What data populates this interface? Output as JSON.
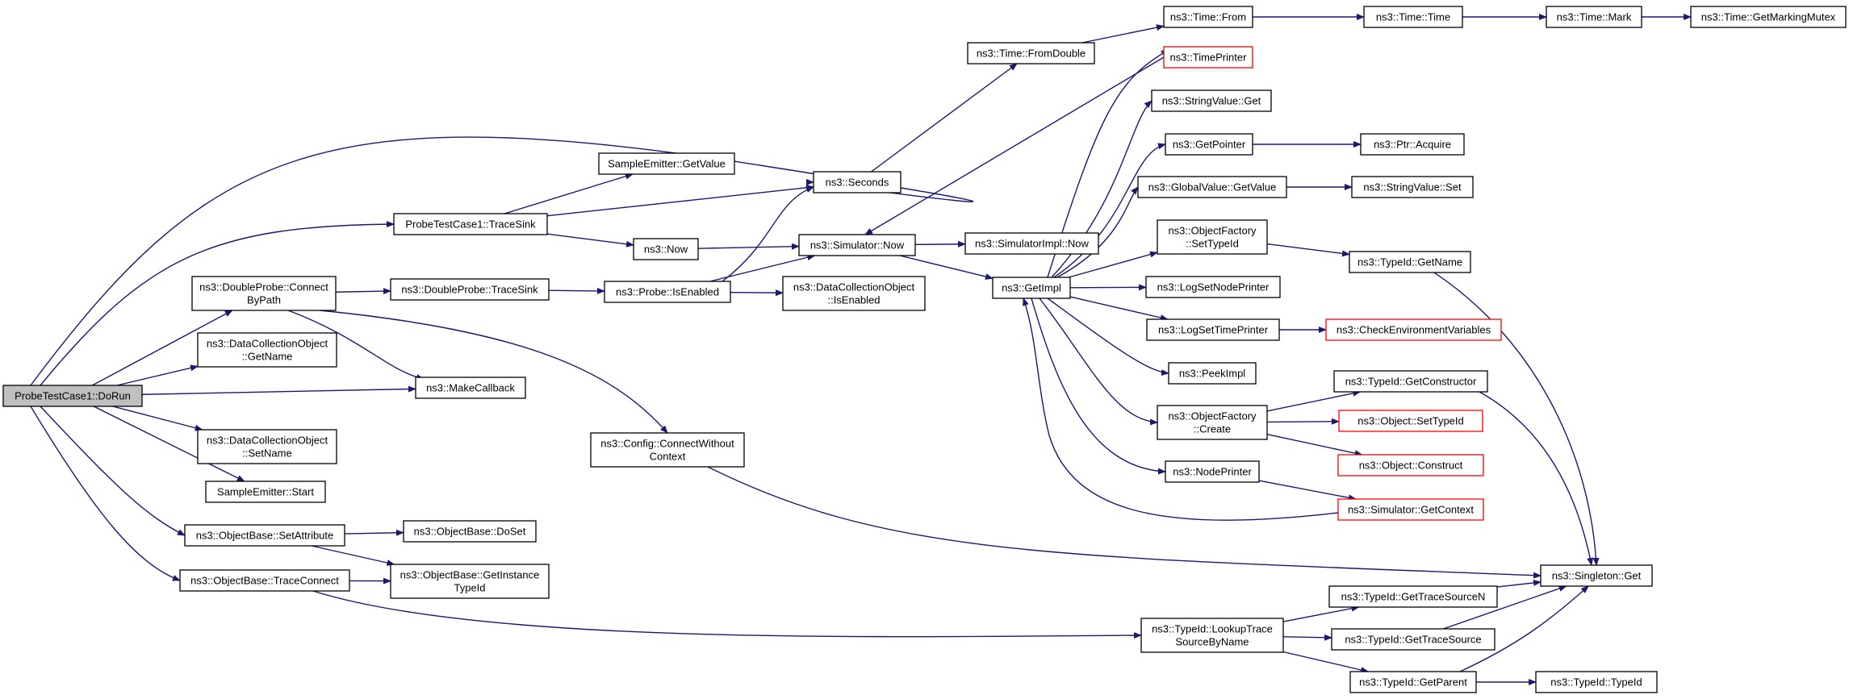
{
  "graph": {
    "edge_color": "#191970",
    "root_fill": "#bfbfbf",
    "incomplete_border_color": "#ff0000",
    "nodes": [
      {
        "id": "n_dorun",
        "lines": [
          "ProbeTestCase1::DoRun"
        ],
        "style": "root"
      },
      {
        "id": "n_ptc_tracesink",
        "lines": [
          "ProbeTestCase1::TraceSink"
        ]
      },
      {
        "id": "n_dp_connect",
        "lines": [
          "ns3::DoubleProbe::Connect",
          "ByPath"
        ]
      },
      {
        "id": "n_dco_getname",
        "lines": [
          "ns3::DataCollectionObject",
          "::GetName"
        ]
      },
      {
        "id": "n_makecallback",
        "lines": [
          "ns3::MakeCallback"
        ]
      },
      {
        "id": "n_dco_setname",
        "lines": [
          "ns3::DataCollectionObject",
          "::SetName"
        ]
      },
      {
        "id": "n_se_start",
        "lines": [
          "SampleEmitter::Start"
        ]
      },
      {
        "id": "n_ob_setattr",
        "lines": [
          "ns3::ObjectBase::SetAttribute"
        ]
      },
      {
        "id": "n_ob_traceconnect",
        "lines": [
          "ns3::ObjectBase::TraceConnect"
        ]
      },
      {
        "id": "n_se_getvalue",
        "lines": [
          "SampleEmitter::GetValue"
        ]
      },
      {
        "id": "n_seconds",
        "lines": [
          "ns3::Seconds"
        ]
      },
      {
        "id": "n_now",
        "lines": [
          "ns3::Now"
        ]
      },
      {
        "id": "n_dp_tracesink",
        "lines": [
          "ns3::DoubleProbe::TraceSink"
        ]
      },
      {
        "id": "n_probe_isenabled",
        "lines": [
          "ns3::Probe::IsEnabled"
        ]
      },
      {
        "id": "n_cfg_connect",
        "lines": [
          "ns3::Config::ConnectWithout",
          "Context"
        ]
      },
      {
        "id": "n_ob_doset",
        "lines": [
          "ns3::ObjectBase::DoSet"
        ]
      },
      {
        "id": "n_ob_getinst",
        "lines": [
          "ns3::ObjectBase::GetInstance",
          "TypeId"
        ]
      },
      {
        "id": "n_time_fromdouble",
        "lines": [
          "ns3::Time::FromDouble"
        ]
      },
      {
        "id": "n_sim_now",
        "lines": [
          "ns3::Simulator::Now"
        ]
      },
      {
        "id": "n_dco_isenabled",
        "lines": [
          "ns3::DataCollectionObject",
          "::IsEnabled"
        ]
      },
      {
        "id": "n_time_from",
        "lines": [
          "ns3::Time::From"
        ]
      },
      {
        "id": "n_simimpl_now",
        "lines": [
          "ns3::SimulatorImpl::Now"
        ]
      },
      {
        "id": "n_getimpl",
        "lines": [
          "ns3::GetImpl"
        ]
      },
      {
        "id": "n_timeprinter",
        "lines": [
          "ns3::TimePrinter"
        ],
        "style": "red"
      },
      {
        "id": "n_sv_get",
        "lines": [
          "ns3::StringValue::Get"
        ]
      },
      {
        "id": "n_getpointer",
        "lines": [
          "ns3::GetPointer"
        ]
      },
      {
        "id": "n_gv_getvalue",
        "lines": [
          "ns3::GlobalValue::GetValue"
        ]
      },
      {
        "id": "n_of_settypeid",
        "lines": [
          "ns3::ObjectFactory",
          "::SetTypeId"
        ]
      },
      {
        "id": "n_logsetnodeprinter",
        "lines": [
          "ns3::LogSetNodePrinter"
        ]
      },
      {
        "id": "n_logsettimeprinter",
        "lines": [
          "ns3::LogSetTimePrinter"
        ]
      },
      {
        "id": "n_peekimpl",
        "lines": [
          "ns3::PeekImpl"
        ]
      },
      {
        "id": "n_of_create",
        "lines": [
          "ns3::ObjectFactory",
          "::Create"
        ]
      },
      {
        "id": "n_nodeprinter",
        "lines": [
          "ns3::NodePrinter"
        ]
      },
      {
        "id": "n_lookup",
        "lines": [
          "ns3::TypeId::LookupTrace",
          "SourceByName"
        ]
      },
      {
        "id": "n_time_time",
        "lines": [
          "ns3::Time::Time"
        ]
      },
      {
        "id": "n_ptr_acquire",
        "lines": [
          "ns3::Ptr::Acquire"
        ]
      },
      {
        "id": "n_sv_set",
        "lines": [
          "ns3::StringValue::Set"
        ]
      },
      {
        "id": "n_tid_getname",
        "lines": [
          "ns3::TypeId::GetName"
        ]
      },
      {
        "id": "n_checkenv",
        "lines": [
          "ns3::CheckEnvironmentVariables"
        ],
        "style": "red"
      },
      {
        "id": "n_tid_getconstructor",
        "lines": [
          "ns3::TypeId::GetConstructor"
        ]
      },
      {
        "id": "n_obj_settypeid",
        "lines": [
          "ns3::Object::SetTypeId"
        ],
        "style": "red"
      },
      {
        "id": "n_obj_construct",
        "lines": [
          "ns3::Object::Construct"
        ],
        "style": "red"
      },
      {
        "id": "n_sim_getcontext",
        "lines": [
          "ns3::Simulator::GetContext"
        ],
        "style": "red"
      },
      {
        "id": "n_tid_gettracesourcen",
        "lines": [
          "ns3::TypeId::GetTraceSourceN"
        ]
      },
      {
        "id": "n_tid_gettracesource",
        "lines": [
          "ns3::TypeId::GetTraceSource"
        ]
      },
      {
        "id": "n_tid_getparent",
        "lines": [
          "ns3::TypeId::GetParent"
        ]
      },
      {
        "id": "n_time_mark",
        "lines": [
          "ns3::Time::Mark"
        ]
      },
      {
        "id": "n_singleton_get",
        "lines": [
          "ns3::Singleton::Get"
        ]
      },
      {
        "id": "n_tid_typeid",
        "lines": [
          "ns3::TypeId::TypeId"
        ]
      },
      {
        "id": "n_time_getmarkingmutex",
        "lines": [
          "ns3::Time::GetMarkingMutex"
        ]
      }
    ],
    "edges": [
      [
        "n_dorun",
        "n_seconds"
      ],
      [
        "n_dorun",
        "n_ptc_tracesink"
      ],
      [
        "n_dorun",
        "n_dp_connect"
      ],
      [
        "n_dorun",
        "n_dco_getname"
      ],
      [
        "n_dorun",
        "n_makecallback"
      ],
      [
        "n_dorun",
        "n_dco_setname"
      ],
      [
        "n_dorun",
        "n_se_start"
      ],
      [
        "n_dorun",
        "n_ob_setattr"
      ],
      [
        "n_dorun",
        "n_ob_traceconnect"
      ],
      [
        "n_ptc_tracesink",
        "n_se_getvalue"
      ],
      [
        "n_ptc_tracesink",
        "n_seconds"
      ],
      [
        "n_ptc_tracesink",
        "n_now"
      ],
      [
        "n_dp_connect",
        "n_dp_tracesink"
      ],
      [
        "n_dp_connect",
        "n_makecallback"
      ],
      [
        "n_dp_connect",
        "n_cfg_connect"
      ],
      [
        "n_ob_setattr",
        "n_ob_doset"
      ],
      [
        "n_ob_setattr",
        "n_ob_getinst"
      ],
      [
        "n_ob_traceconnect",
        "n_ob_getinst"
      ],
      [
        "n_ob_traceconnect",
        "n_lookup"
      ],
      [
        "n_seconds",
        "n_time_fromdouble"
      ],
      [
        "n_now",
        "n_sim_now"
      ],
      [
        "n_dp_tracesink",
        "n_probe_isenabled"
      ],
      [
        "n_probe_isenabled",
        "n_seconds"
      ],
      [
        "n_probe_isenabled",
        "n_sim_now"
      ],
      [
        "n_probe_isenabled",
        "n_dco_isenabled"
      ],
      [
        "n_cfg_connect",
        "n_singleton_get"
      ],
      [
        "n_time_fromdouble",
        "n_time_from"
      ],
      [
        "n_sim_now",
        "n_simimpl_now"
      ],
      [
        "n_sim_now",
        "n_getimpl"
      ],
      [
        "n_timeprinter",
        "n_sim_now"
      ],
      [
        "n_time_from",
        "n_time_time"
      ],
      [
        "n_getimpl",
        "n_timeprinter"
      ],
      [
        "n_getimpl",
        "n_sv_get"
      ],
      [
        "n_getimpl",
        "n_getpointer"
      ],
      [
        "n_getimpl",
        "n_gv_getvalue"
      ],
      [
        "n_getimpl",
        "n_of_settypeid"
      ],
      [
        "n_getimpl",
        "n_logsetnodeprinter"
      ],
      [
        "n_getimpl",
        "n_logsettimeprinter"
      ],
      [
        "n_getimpl",
        "n_peekimpl"
      ],
      [
        "n_getimpl",
        "n_of_create"
      ],
      [
        "n_getimpl",
        "n_nodeprinter"
      ],
      [
        "n_sim_getcontext",
        "n_getimpl"
      ],
      [
        "n_time_time",
        "n_time_mark"
      ],
      [
        "n_time_mark",
        "n_time_getmarkingmutex"
      ],
      [
        "n_getpointer",
        "n_ptr_acquire"
      ],
      [
        "n_gv_getvalue",
        "n_sv_set"
      ],
      [
        "n_of_settypeid",
        "n_tid_getname"
      ],
      [
        "n_logsettimeprinter",
        "n_checkenv"
      ],
      [
        "n_of_create",
        "n_tid_getconstructor"
      ],
      [
        "n_of_create",
        "n_obj_settypeid"
      ],
      [
        "n_of_create",
        "n_obj_construct"
      ],
      [
        "n_nodeprinter",
        "n_sim_getcontext"
      ],
      [
        "n_tid_getname",
        "n_singleton_get"
      ],
      [
        "n_tid_getconstructor",
        "n_singleton_get"
      ],
      [
        "n_lookup",
        "n_tid_gettracesourcen"
      ],
      [
        "n_lookup",
        "n_tid_gettracesource"
      ],
      [
        "n_lookup",
        "n_tid_getparent"
      ],
      [
        "n_tid_gettracesourcen",
        "n_singleton_get"
      ],
      [
        "n_tid_gettracesource",
        "n_singleton_get"
      ],
      [
        "n_tid_getparent",
        "n_singleton_get"
      ],
      [
        "n_tid_getparent",
        "n_tid_typeid"
      ]
    ]
  }
}
